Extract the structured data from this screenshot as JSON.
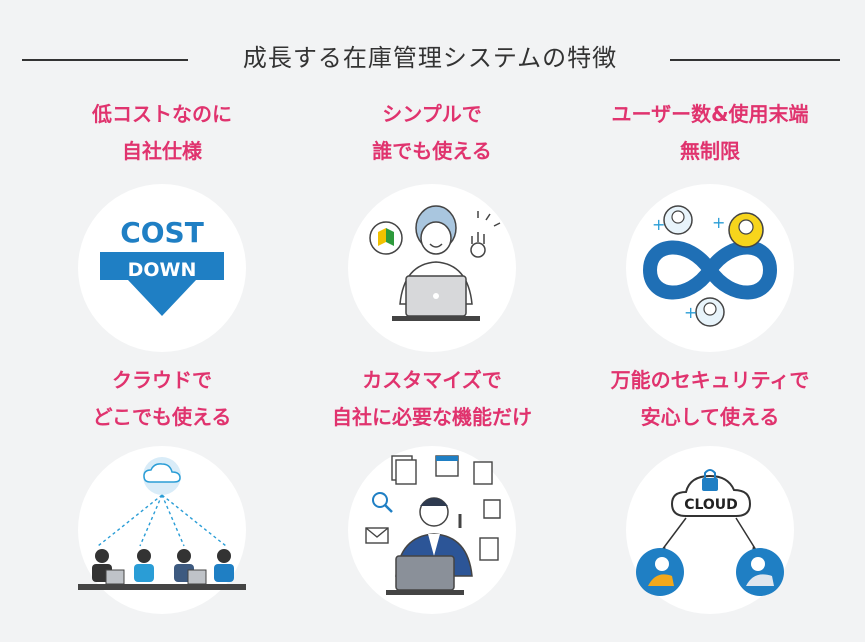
{
  "header": {
    "title": "成長する在庫管理システムの特徴"
  },
  "features": [
    {
      "line1": "低コストなのに",
      "line2": "自社仕様",
      "icon": "cost-down-icon",
      "icon_text1": "COST",
      "icon_text2": "DOWN"
    },
    {
      "line1": "シンプルで",
      "line2": "誰でも使える",
      "icon": "beginner-ok-icon"
    },
    {
      "line1": "ユーザー数&使用末端",
      "line2": "無制限",
      "icon": "infinity-users-icon"
    },
    {
      "line1": "クラウドで",
      "line2": "どこでも使える",
      "icon": "cloud-team-icon"
    },
    {
      "line1": "カスタマイズで",
      "line2": "自社に必要な機能だけ",
      "icon": "custom-functions-icon"
    },
    {
      "line1": "万能のセキュリティで",
      "line2": "安心して使える",
      "icon": "secure-cloud-icon",
      "icon_text1": "CLOUD"
    }
  ],
  "colors": {
    "accent": "#e0336e",
    "blue": "#1f7fc4",
    "background": "#f2f3f4"
  }
}
